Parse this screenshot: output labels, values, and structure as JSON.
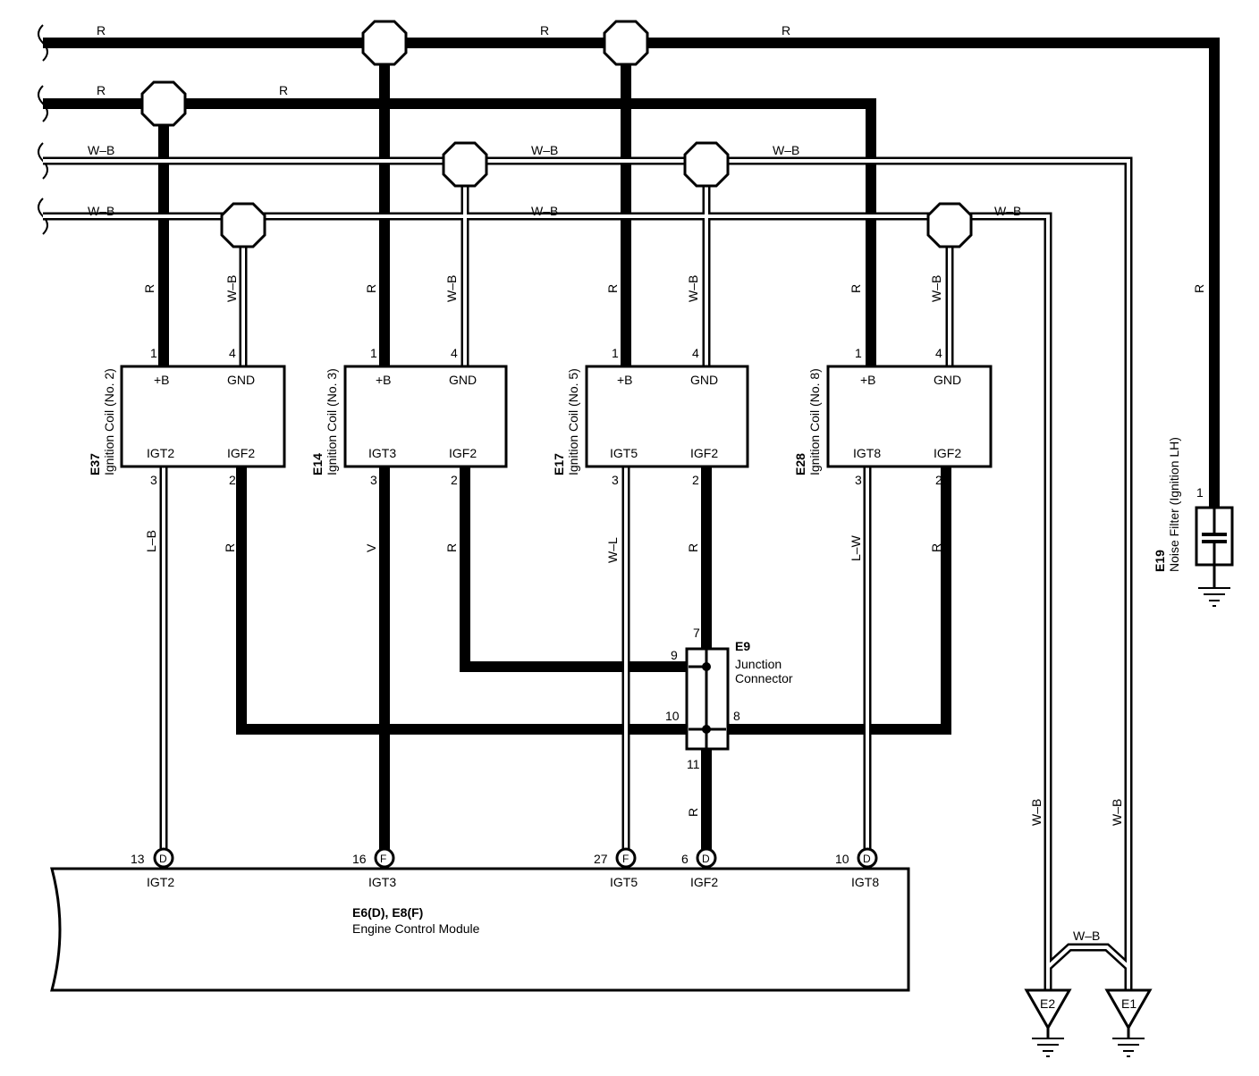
{
  "wire_colors": {
    "R": "R",
    "WB": "W–B",
    "LB": "L–B",
    "V": "V",
    "WL": "W–L",
    "LW": "L–W"
  },
  "coils": [
    {
      "code": "E37",
      "name": "Ignition Coil (No. 2)",
      "pin_b": "1",
      "pin_gnd": "4",
      "pin_igt": "3",
      "pin_igf": "2",
      "lbl_b": "+B",
      "lbl_gnd": "GND",
      "lbl_igt": "IGT2",
      "lbl_igf": "IGF2"
    },
    {
      "code": "E14",
      "name": "Ignition Coil (No. 3)",
      "pin_b": "1",
      "pin_gnd": "4",
      "pin_igt": "3",
      "pin_igf": "2",
      "lbl_b": "+B",
      "lbl_gnd": "GND",
      "lbl_igt": "IGT3",
      "lbl_igf": "IGF2"
    },
    {
      "code": "E17",
      "name": "Ignition Coil (No. 5)",
      "pin_b": "1",
      "pin_gnd": "4",
      "pin_igt": "3",
      "pin_igf": "2",
      "lbl_b": "+B",
      "lbl_gnd": "GND",
      "lbl_igt": "IGT5",
      "lbl_igf": "IGF2"
    },
    {
      "code": "E28",
      "name": "Ignition Coil (No. 8)",
      "pin_b": "1",
      "pin_gnd": "4",
      "pin_igt": "3",
      "pin_igf": "2",
      "lbl_b": "+B",
      "lbl_gnd": "GND",
      "lbl_igt": "IGT8",
      "lbl_igf": "IGF2"
    }
  ],
  "noise_filter": {
    "code": "E19",
    "name": "Noise Filter (Ignition LH)",
    "pin": "1"
  },
  "junction": {
    "code": "E9",
    "name_line1": "Junction",
    "name_line2": "Connector",
    "pins": [
      "7",
      "9",
      "10",
      "8",
      "11"
    ]
  },
  "ecm": {
    "code": "E6(D), E8(F)",
    "name": "Engine Control Module",
    "terminals": [
      {
        "pin": "13",
        "conn": "D",
        "label": "IGT2"
      },
      {
        "pin": "16",
        "conn": "F",
        "label": "IGT3"
      },
      {
        "pin": "27",
        "conn": "F",
        "label": "IGT5"
      },
      {
        "pin": "6",
        "conn": "D",
        "label": "IGF2"
      },
      {
        "pin": "10",
        "conn": "D",
        "label": "IGT8"
      }
    ]
  },
  "grounds": {
    "e2": "E2",
    "e1": "E1"
  }
}
